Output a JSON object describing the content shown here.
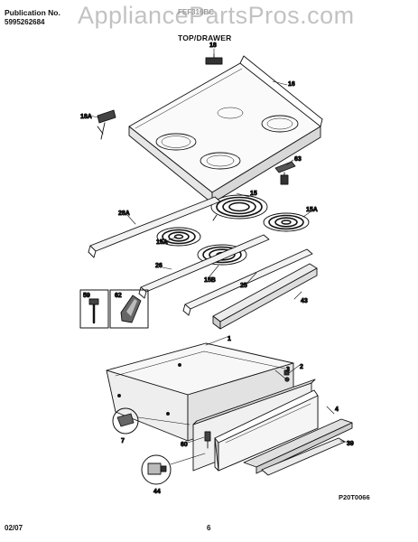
{
  "header": {
    "publication_label": "Publication No.",
    "publication_number": "5995262684",
    "model": "FEF316BC",
    "section_title": "TOP/DRAWER"
  },
  "watermark": "AppliancePartsPros.com",
  "footer": {
    "date": "02/07",
    "page": "6",
    "figure_code": "P20T0066"
  },
  "parts": {
    "p18": "18",
    "p16": "16",
    "p18a": "18A",
    "p63": "63",
    "p15": "15",
    "p15a_right": "15A",
    "p28a": "28A",
    "p15a_left": "15A",
    "p26": "26",
    "p15b": "15B",
    "p25": "25",
    "p43": "43",
    "p59": "59",
    "p62": "62",
    "p1": "1",
    "p2": "2",
    "p3": "3",
    "p4": "4",
    "p7": "7",
    "p60": "60",
    "p39": "39",
    "p44": "44"
  }
}
